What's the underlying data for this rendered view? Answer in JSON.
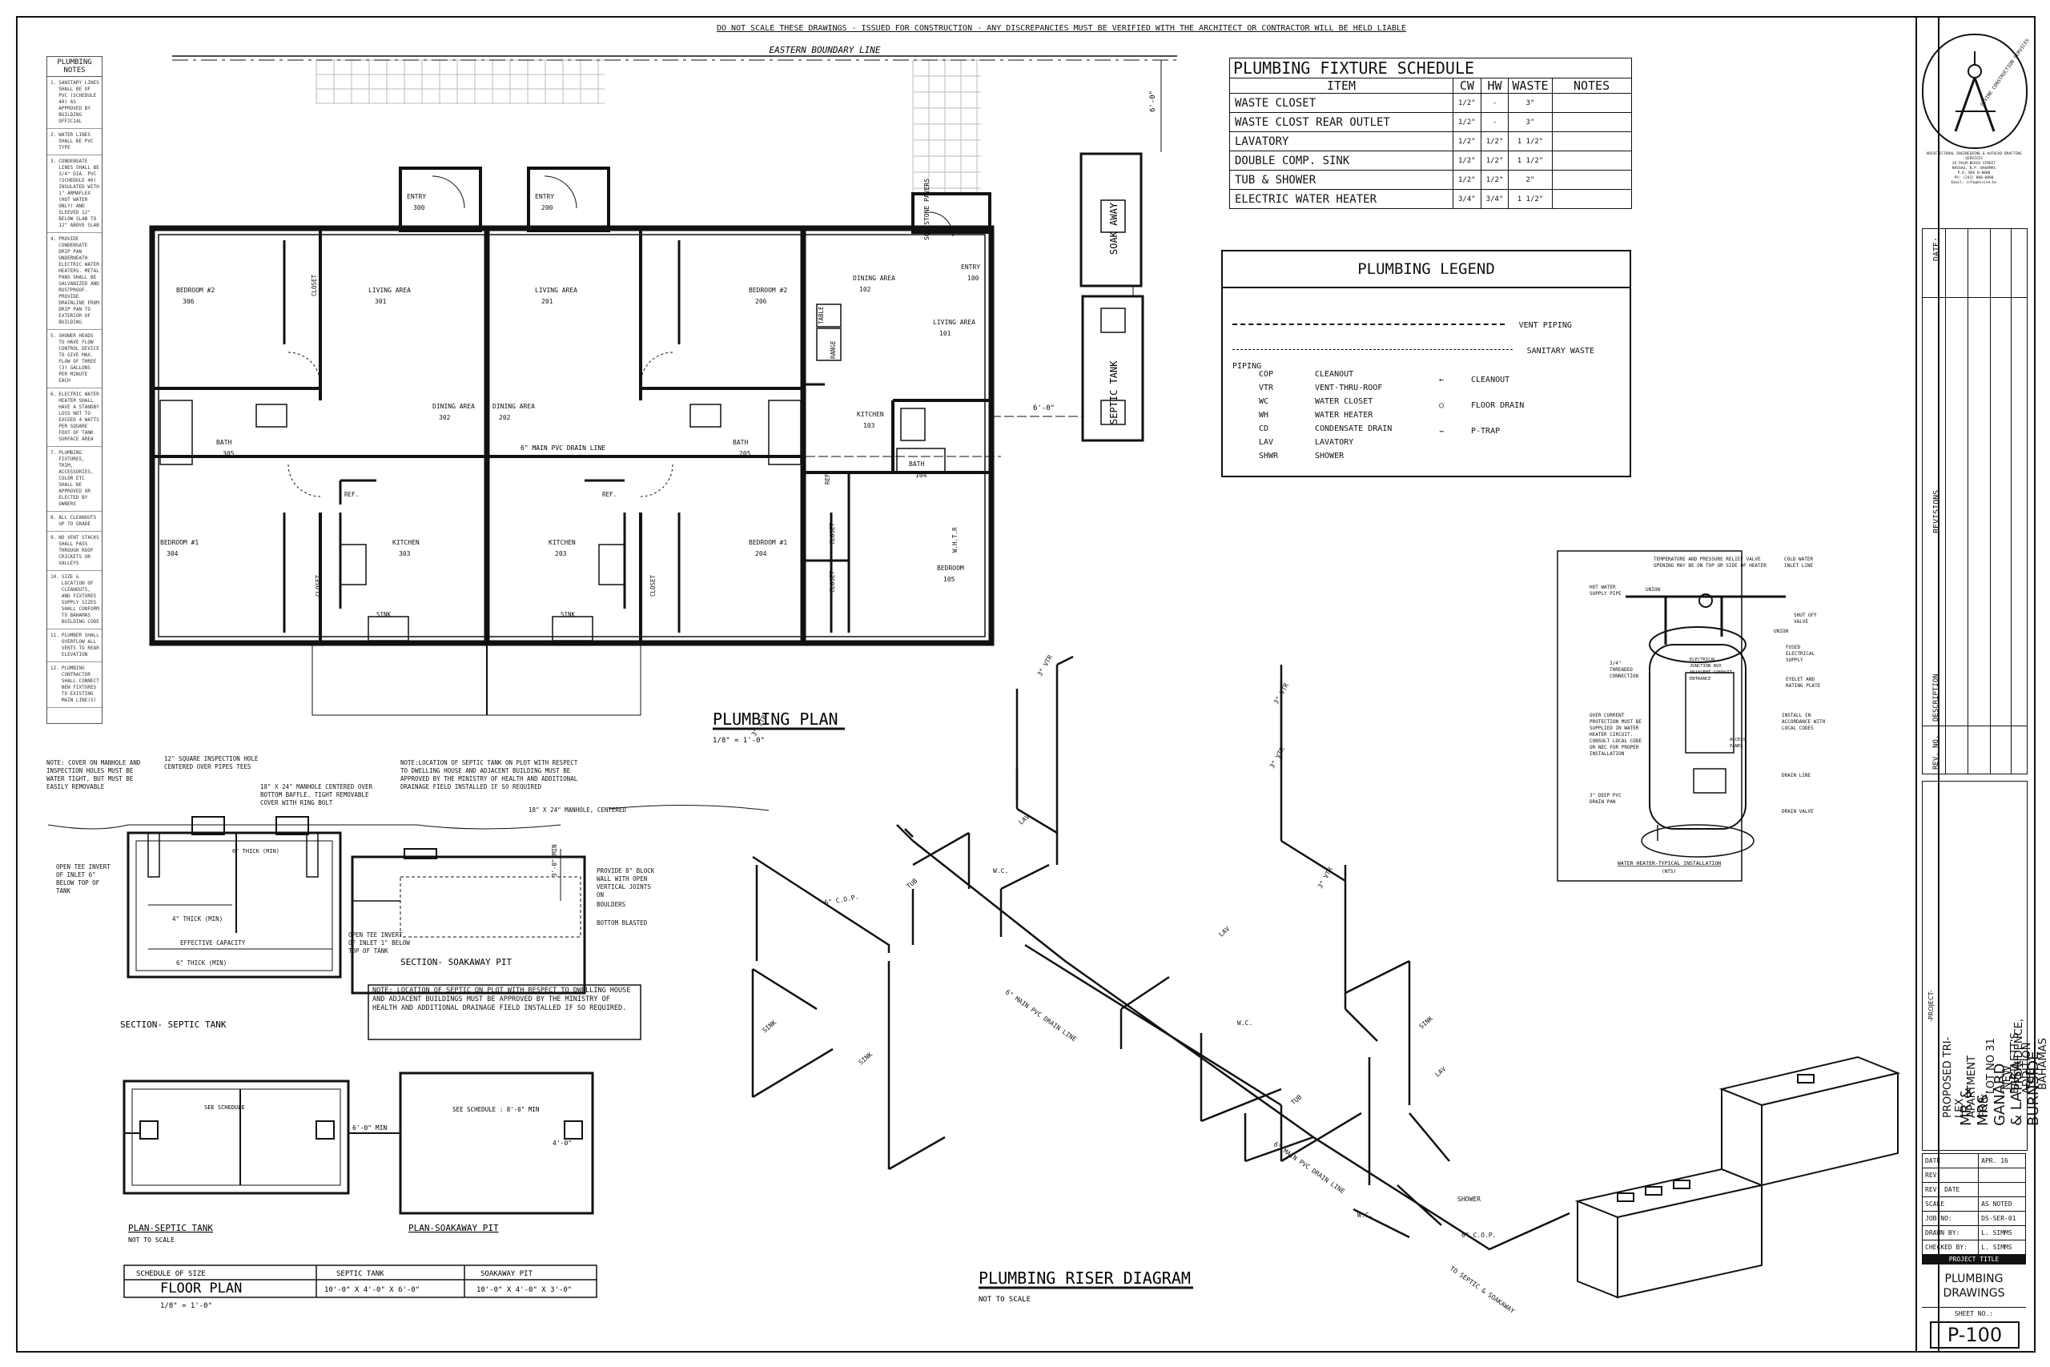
{
  "header_note": "DO NOT SCALE THESE DRAWINGS - ISSUED FOR CONSTRUCTION - ANY DISCREPANCIES MUST BE VERIFIED WITH THE ARCHITECT OR CONTRACTOR WILL BE HELD LIABLE",
  "boundary_label": "EASTERN BOUNDARY LINE",
  "stone_pavers": "SQ. STONE PAVERS",
  "notes": {
    "title": "PLUMBING NOTES",
    "items": [
      {
        "n": "1.",
        "text": "SANITARY LINES SHALL BE OF PVC (SCHEDULE 40) AS APPROVED BY BUILDING OFFICIAL"
      },
      {
        "n": "2.",
        "text": "WATER LINES SHALL BE PVC TYPE"
      },
      {
        "n": "3.",
        "text": "CONDENSATE LINES SHALL BE 3/4\" DIA. PVC (SCHEDULE 40) INSULATED WITH 1\" ARMAFLEX (HOT WATER ONLY) AND SLEEVED 12\" BELOW SLAB TO 12\" ABOVE SLAB"
      },
      {
        "n": "4.",
        "text": "PROVIDE CONDENSATE DRIP PAN UNDERNEATH ELECTRIC WATER HEATERS. METAL PANS SHALL BE GALVANIZED AND RUSTPROOF. PROVIDE DRAINLINE FROM DRIP PAN TO EXTERIOR OF BUILDING"
      },
      {
        "n": "5.",
        "text": "SHOWER HEADS TO HAVE FLOW CONTROL DEVICE TO GIVE MAX. FLOW OF THREE (3) GALLONS PER MINUTE EACH"
      },
      {
        "n": "6.",
        "text": "ELECTRIC WATER HEATER SHALL HAVE A STANDBY LOSS NOT TO EXCEED 4 WATTS PER SQUARE FOOT OF TANK SURFACE AREA"
      },
      {
        "n": "7.",
        "text": "PLUMBING FIXTURES, TRIM, ACCESSORIES, COLOR ETC SHALL BE APPROVED OR ELECTED BY OWNERS"
      },
      {
        "n": "8.",
        "text": "ALL CLEANOUTS UP TO GRADE"
      },
      {
        "n": "9.",
        "text": "NO VENT STACKS SHALL PASS THROUGH ROOF CRICKETS OR VALLEYS"
      },
      {
        "n": "10.",
        "text": "SIZE & LOCATION OF CLEANOUTS, AND FIXTURES SUPPLY SIZES SHALL CONFORM TO BAHAMAS BUILDING CODE"
      },
      {
        "n": "11.",
        "text": "PLUMBER SHALL OVERFLOW ALL VENTS TO REAR ELEVATION"
      },
      {
        "n": "12.",
        "text": "PLUMBING CONTRACTOR SHALL CONNECT NEW FIXTURES TO EXISTING MAIN LINE(S)"
      }
    ]
  },
  "fixture_schedule": {
    "title": "PLUMBING FIXTURE SCHEDULE",
    "headers": [
      "ITEM",
      "CW",
      "HW",
      "WASTE",
      "NOTES"
    ],
    "rows": [
      {
        "item": "WASTE CLOSET",
        "cw": "1/2\"",
        "hw": "-",
        "waste": "3\"",
        "notes": ""
      },
      {
        "item": "WASTE CLOST REAR OUTLET",
        "cw": "1/2\"",
        "hw": "-",
        "waste": "3\"",
        "notes": ""
      },
      {
        "item": "LAVATORY",
        "cw": "1/2\"",
        "hw": "1/2\"",
        "waste": "1 1/2\"",
        "notes": ""
      },
      {
        "item": "DOUBLE COMP. SINK",
        "cw": "1/2\"",
        "hw": "1/2\"",
        "waste": "1 1/2\"",
        "notes": ""
      },
      {
        "item": "TUB & SHOWER",
        "cw": "1/2\"",
        "hw": "1/2\"",
        "waste": "2\"",
        "notes": ""
      },
      {
        "item": "ELECTRIC WATER HEATER",
        "cw": "3/4\"",
        "hw": "3/4\"",
        "waste": "1 1/2\"",
        "notes": ""
      }
    ]
  },
  "legend": {
    "title": "PLUMBING LEGEND",
    "lines": [
      {
        "label": "VENT PIPING"
      },
      {
        "label": "SANITARY WASTE PIPING"
      }
    ],
    "abbrev": [
      {
        "code": "COP",
        "desc": "CLEANOUT"
      },
      {
        "code": "VTR",
        "desc": "VENT-THRU-ROOF"
      },
      {
        "code": "WC",
        "desc": "WATER CLOSET"
      },
      {
        "code": "WH",
        "desc": "WATER HEATER"
      },
      {
        "code": "CD",
        "desc": "CONDENSATE DRAIN"
      },
      {
        "code": "LAV",
        "desc": "LAVATORY"
      },
      {
        "code": "SHWR",
        "desc": "SHOWER"
      }
    ],
    "symbols": [
      {
        "label": "CLEANOUT"
      },
      {
        "label": "FLOOR DRAIN"
      },
      {
        "label": "P-TRAP"
      }
    ]
  },
  "rooms": [
    {
      "name": "ENTRY",
      "num": "300"
    },
    {
      "name": "ENTRY",
      "num": "200"
    },
    {
      "name": "ENTRY",
      "num": "100"
    },
    {
      "name": "BEDROOM #2",
      "num": "306"
    },
    {
      "name": "LIVING AREA",
      "num": "301"
    },
    {
      "name": "LIVING AREA",
      "num": "201"
    },
    {
      "name": "BEDROOM #2",
      "num": "206"
    },
    {
      "name": "DINING AREA",
      "num": "102"
    },
    {
      "name": "LIVING AREA",
      "num": "101"
    },
    {
      "name": "DINING AREA",
      "num": "302"
    },
    {
      "name": "DINING AREA",
      "num": "202"
    },
    {
      "name": "KITCHEN",
      "num": "103"
    },
    {
      "name": "BATH",
      "num": "305"
    },
    {
      "name": "BATH",
      "num": "205"
    },
    {
      "name": "BATH",
      "num": "104"
    },
    {
      "name": "BEDROOM #1",
      "num": "304"
    },
    {
      "name": "KITCHEN",
      "num": "303"
    },
    {
      "name": "KITCHEN",
      "num": "203"
    },
    {
      "name": "BEDROOM #1",
      "num": "204"
    },
    {
      "name": "BEDROOM",
      "num": "105"
    }
  ],
  "plan_labels": {
    "closet": "CLOSET",
    "table": "TABLE",
    "range": "RANGE",
    "ref": "REF.",
    "sink": "SINK",
    "whtr": "W.H.T.R",
    "drain": "6\" MAIN PVC DRAIN LINE",
    "dim": "6'-0\"",
    "septic": "SEPTIC TANK",
    "soak": "SOAK AWAY",
    "dim_top": "6'-0\""
  },
  "plumbing_plan": {
    "title": "PLUMBING PLAN",
    "scale": "1/8\" = 1'-0\""
  },
  "septic_section": {
    "notes": [
      "NOTE: COVER ON MANHOLE AND INSPECTION HOLES MUST BE WATER TIGHT, BUT MUST BE EASILY REMOVABLE",
      "12\" SQUARE INSPECTION HOLE CENTERED OVER PIPES TEES",
      "18\" X 24\" MANHOLE CENTERED OVER BOTTOM BAFFLE. TIGHT REMOVABLE COVER WITH RING BOLT",
      "OPEN TEE INVERT OF INLET 6\" BELOW TOP OF TANK",
      "4\" THICK (MIN)",
      "EFFECTIVE CAPACITY",
      "6\" THICK (MIN)",
      "6\" THICK (MIN)"
    ],
    "title": "SECTION- SEPTIC TANK"
  },
  "soak_section": {
    "notes": [
      "NOTE:LOCATION OF SEPTIC TANK ON PLOT WITH RESPECT TO DWELLING HOUSE AND ADJACENT BUILDING MUST BE APPROVED BY THE MINISTRY OF HEALTH AND ADDITIONAL DRAINAGE FIELD INSTALLED IF SO REQUIRED",
      "18\" X 24\" MANHOLE, CENTERED",
      "PROVIDE 8\" BLOCK WALL WITH OPEN VERTICAL JOINTS ON",
      "BOULDERS",
      "BOTTOM BLASTED",
      "OPEN TEE INVERT OF INLET 1\" BELOW TOP OF TANK",
      "3'-0\" MIN"
    ],
    "title": "SECTION- SOAKAWAY PIT",
    "boxed_note": "NOTE: LOCATION OF SEPTIC ON PLOT WITH RESPECT TO DWELLING HOUSE AND ADJACENT BUILDINGS MUST BE APPROVED BY THE MINISTRY OF HEALTH AND ADDITIONAL DRAINAGE FIELD INSTALLED IF SO REQUIRED."
  },
  "plan_septic": {
    "title": "PLAN-SEPTIC TANK",
    "sub": "NOT TO SCALE",
    "see": "SEE SCHEDULE",
    "dim": "6'-0\" MIN"
  },
  "plan_soak": {
    "title": "PLAN-SOAKAWAY PIT",
    "see": "SEE SCHEDULE : 8'-0\" MIN",
    "dim": "4'-0\""
  },
  "size_schedule": {
    "headers": [
      "SCHEDULE OF SIZE",
      "SEPTIC TANK",
      "SOAKAWAY PIT"
    ],
    "row": {
      "name": "FLOOR PLAN",
      "septic": "10'-0\" X 4'-0\" X 6'-0\"",
      "soak": "10'-0\" X 4'-0\" X 3'-0\""
    },
    "scale": "1/8\" = 1'-0\""
  },
  "riser": {
    "title": "PLUMBING RISER DIAGRAM",
    "sub": "NOT TO SCALE",
    "labels": [
      "3\" VTR",
      "3\" VTR",
      "3\" VTR",
      "3\" VTR",
      "3\" VTR",
      "LAV",
      "LAV",
      "LAV",
      "TUB",
      "TUB",
      "W.C.",
      "W.C.",
      "W.C.",
      "SINK",
      "SINK",
      "SINK",
      "SHOWER",
      "6\" C.O.P.",
      "6\" C.O.P.",
      "6\" MAIN PVC DRAIN LINE",
      "6\" MAIN PVC DRAIN LINE",
      "TO SEPTIC & SOAKAWAY"
    ]
  },
  "heater": {
    "title": "WATER HEATER-TYPICAL INSTALLATION",
    "sub": "(NTS)",
    "labels": [
      "TEMPERATURE AND PRESSURE RELIEF VALVE OPENING MAY BE ON TOP OR SIDE OF HEATER",
      "HOT WATER SUPPLY PIPE",
      "UNION",
      "COLD WATER INLET LINE",
      "SHUT OFF VALVE",
      "UNION",
      "3/4\" THREADED CONNECTION",
      "ELECTRICAL JUNCTION BOX ADJACENT CONDUIT ENTRANCE",
      "FUSED ELECTRICAL SUPPLY",
      "EYELET AND RATING PLATE",
      "OVER CURRENT PROTECTION MUST BE SUPPLIED IN WATER HEATER CIRCUIT. CONSULT LOCAL CODE OR NEC FOR PROPER INSTALLATION",
      "ACCESS PANEL",
      "INSTALL IN ACCORDANCE WITH LOCAL CODES",
      "DRAIN LINE",
      "3\" DEEP PVC DRAIN PAN",
      "DRAIN VALVE"
    ]
  },
  "title_block": {
    "company": "DIVINE CONSTRUCTION SERVICES",
    "company_info": [
      "ARCHITECTURAL ENGINEERING & AUTOCAD DRAFTING SERVICES",
      "26 PALM BEACH STREET",
      "NASSAU, N.P. BAHAMAS",
      "P.O. BOX N-0000",
      "Ph: (242) 000-0000",
      "Email: info@divine.bs"
    ],
    "date_label": "DATE:",
    "revisions_label": "REVISIONS",
    "rev_no": "REV. NO.",
    "description": "DESCRIPTION",
    "project_label": "-PROJECT-",
    "project_name": "PROPOSED TRI-LEX APARTMENT FOR:",
    "owners": "MR & MRS. GANARD & LATISA BURNSIDE",
    "lot": "LOT NO 31 - BARTLETT'S ADDITION",
    "location": "NEW PROVIDENCE, THE BAHAMAS",
    "info": [
      {
        "k": "DATE",
        "v": "APR. 16"
      },
      {
        "k": "REV.",
        "v": ""
      },
      {
        "k": "REV. DATE",
        "v": ""
      },
      {
        "k": "SCALE",
        "v": "AS NOTED"
      },
      {
        "k": "JOB NO:",
        "v": "DS-SER-01"
      },
      {
        "k": "DRAWN BY:",
        "v": "L. SIMMS"
      },
      {
        "k": "CHECKED BY:",
        "v": "L. SIMMS"
      }
    ],
    "project_title_label": "PROJECT TITLE",
    "drawing_title": "PLUMBING DRAWINGS",
    "sheet_label": "SHEET NO.:",
    "sheet_no": "P-100"
  }
}
